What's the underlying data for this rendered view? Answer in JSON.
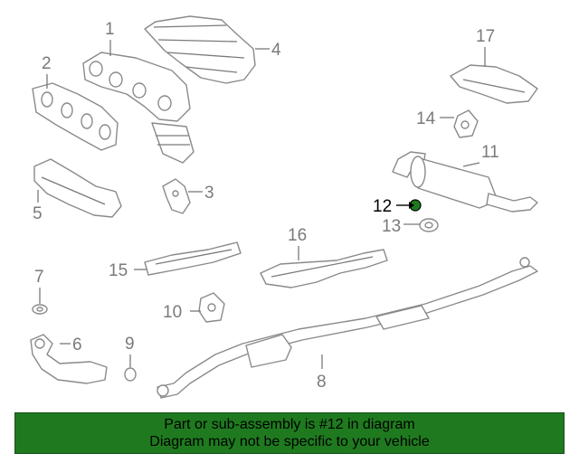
{
  "diagram": {
    "callouts": {
      "c1": "1",
      "c2": "2",
      "c3": "3",
      "c4": "4",
      "c5": "5",
      "c6": "6",
      "c7": "7",
      "c8": "8",
      "c9": "9",
      "c10": "10",
      "c11": "11",
      "c12": "12",
      "c13": "13",
      "c14": "14",
      "c15": "15",
      "c16": "16",
      "c17": "17"
    },
    "highlighted_part": "12",
    "highlight_color": "#1f7a1f",
    "line_color": "#8a8a8a"
  },
  "banner": {
    "line1": "Part or sub-assembly is #12 in diagram",
    "line2": "Diagram may not be specific to your vehicle",
    "background": "#1f7a1f"
  }
}
